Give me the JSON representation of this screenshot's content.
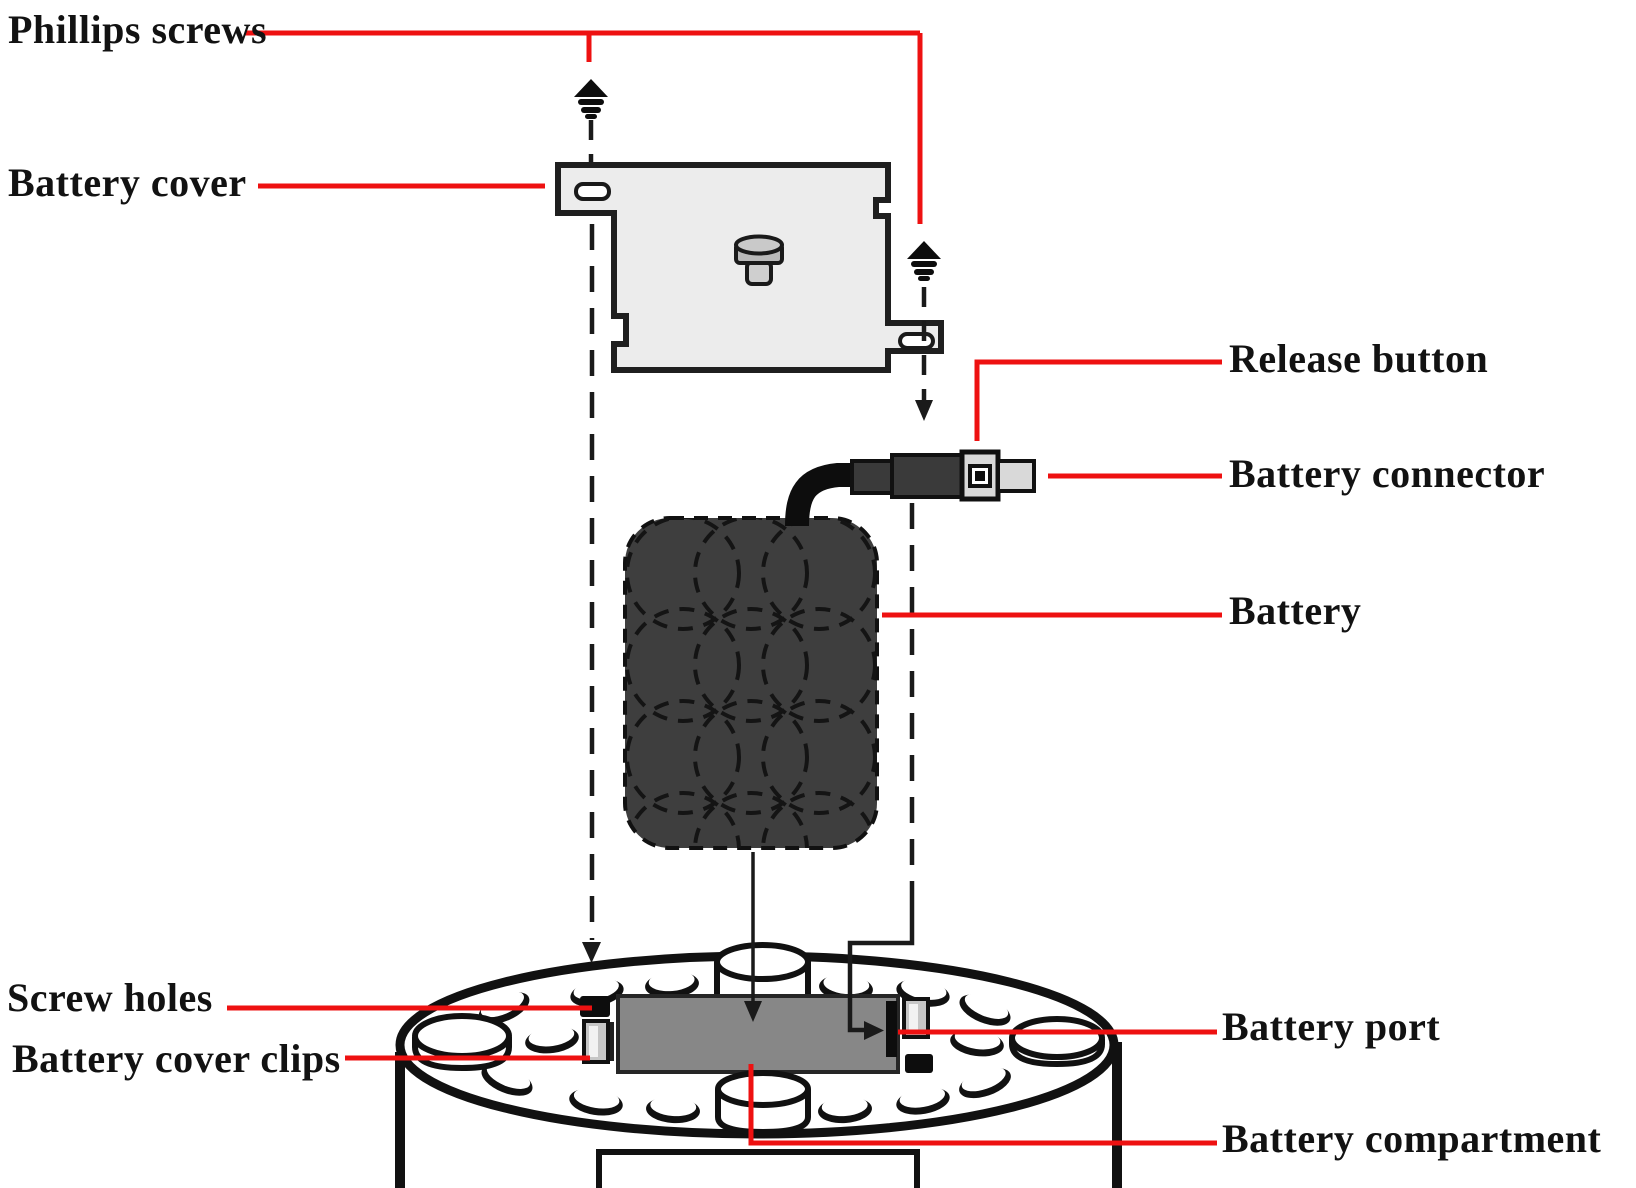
{
  "diagram": {
    "description": "Exploded-view battery installation diagram",
    "labels": {
      "phillips_screws": "Phillips screws",
      "battery_cover": "Battery cover",
      "release_button": "Release button",
      "battery_connector": "Battery connector",
      "battery": "Battery",
      "screw_holes": "Screw holes",
      "battery_cover_clips": "Battery cover clips",
      "battery_port": "Battery port",
      "battery_compartment": "Battery compartment"
    },
    "colors": {
      "background": "#ffffff",
      "leader_line": "#ee1111",
      "line_color": "#1a1a1a",
      "label_text": "#121212",
      "cover_fill": "#ececec",
      "battery_fill": "#3e3e3e",
      "compartment_fill": "#878787",
      "connector_dark": "#3a3a3a",
      "connector_light": "#d9d9d9",
      "clip_fill": "#c6c6c6",
      "knob_fill": "#c9c9c9"
    }
  }
}
